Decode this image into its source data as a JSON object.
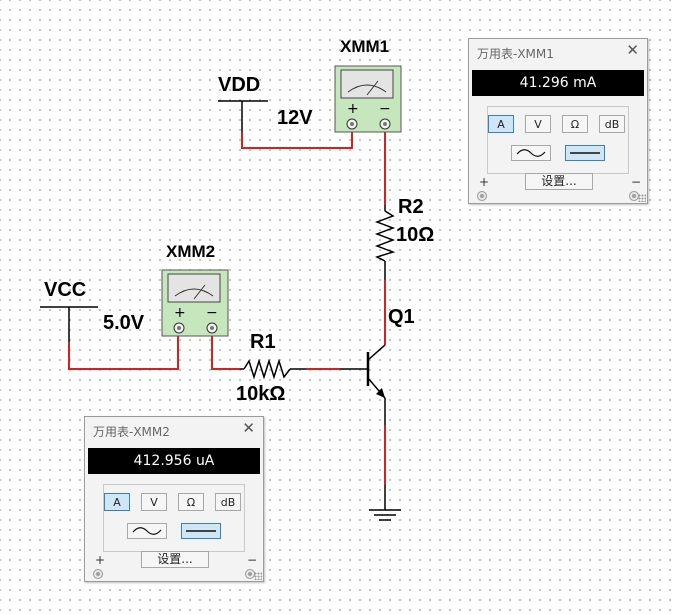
{
  "schematic": {
    "vdd": {
      "label": "VDD",
      "value": "12V"
    },
    "vcc": {
      "label": "VCC",
      "value": "5.0V"
    },
    "r1": {
      "label": "R1",
      "value": "10kΩ"
    },
    "r2": {
      "label": "R2",
      "value": "10Ω"
    },
    "q1": {
      "label": "Q1"
    },
    "xmm1": {
      "label": "XMM1",
      "plus": "+",
      "minus": "−"
    },
    "xmm2": {
      "label": "XMM2",
      "plus": "+",
      "minus": "−"
    }
  },
  "multimeters": [
    {
      "title": "万用表-XMM1",
      "reading": "41.296 mA",
      "modes": [
        "A",
        "V",
        "Ω",
        "dB"
      ],
      "active_mode": "A",
      "coupling_active": "dc",
      "settings_label": "设置...",
      "plus": "+",
      "minus": "−",
      "close": "✕"
    },
    {
      "title": "万用表-XMM2",
      "reading": "412.956 uA",
      "modes": [
        "A",
        "V",
        "Ω",
        "dB"
      ],
      "active_mode": "A",
      "coupling_active": "dc",
      "settings_label": "设置...",
      "plus": "+",
      "minus": "−",
      "close": "✕"
    }
  ],
  "colors": {
    "wire_active": "#d92020",
    "wire_normal": "#000000",
    "meter_green": "#c6e6bd",
    "meter_screen": "#e4e4e4"
  }
}
